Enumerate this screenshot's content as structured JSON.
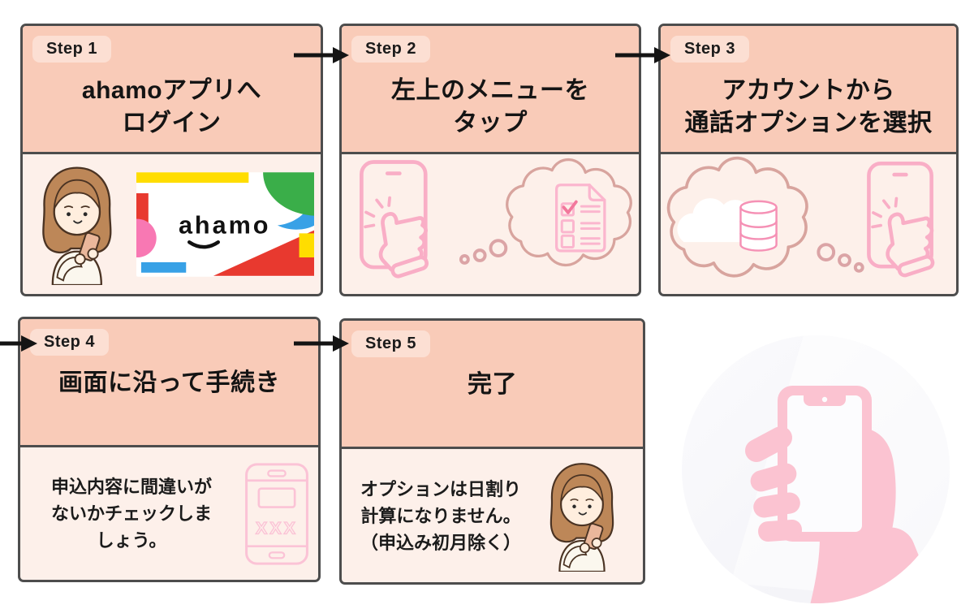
{
  "diagram_title": "ahamo call-option application steps",
  "steps": [
    {
      "badge": "Step 1",
      "title": "ahamoアプリへ\nログイン",
      "body": "",
      "illustrations": [
        "woman-using-phone",
        "ahamo-logo-card"
      ]
    },
    {
      "badge": "Step 2",
      "title": "左上のメニューを\nタップ",
      "body": "",
      "illustrations": [
        "tap-phone",
        "thought-bubble-checklist"
      ]
    },
    {
      "badge": "Step 3",
      "title": "アカウントから\n通話オプションを選択",
      "body": "",
      "illustrations": [
        "thought-bubble-cloud-database",
        "tap-phone"
      ]
    },
    {
      "badge": "Step 4",
      "title": "画面に沿って手続き",
      "body": "申込内容に間違いが\nないかチェックしま\nしょう。",
      "illustrations": [
        "phone-confirmation-screen"
      ]
    },
    {
      "badge": "Step 5",
      "title": "完了",
      "body": "オプションは日割り\n計算になりません。\n（申込み初月除く）",
      "illustrations": [
        "woman-using-phone"
      ]
    }
  ],
  "logo": {
    "text": "ahamo"
  },
  "phone_screen_label": "XXX",
  "footer_illustration": "hand-holding-smartphone-circle",
  "colors": {
    "card_header": "#f9cbb8",
    "card_body": "#fdf0ea",
    "badge": "#fcdfd3",
    "card_border": "#4d4d4d",
    "arrow": "#141414",
    "pink_line": "#f9aec6",
    "doc_pink": "#fbb6ce",
    "rose_line": "#d8a49e",
    "hand_pink": "#fbc3d1",
    "circle_bg": "#f8f8fb",
    "logo_red": "#e8392f",
    "logo_green": "#3aae49",
    "logo_blue": "#38a1e6",
    "logo_yellow": "#ffdd00",
    "logo_pink": "#f878b3"
  }
}
